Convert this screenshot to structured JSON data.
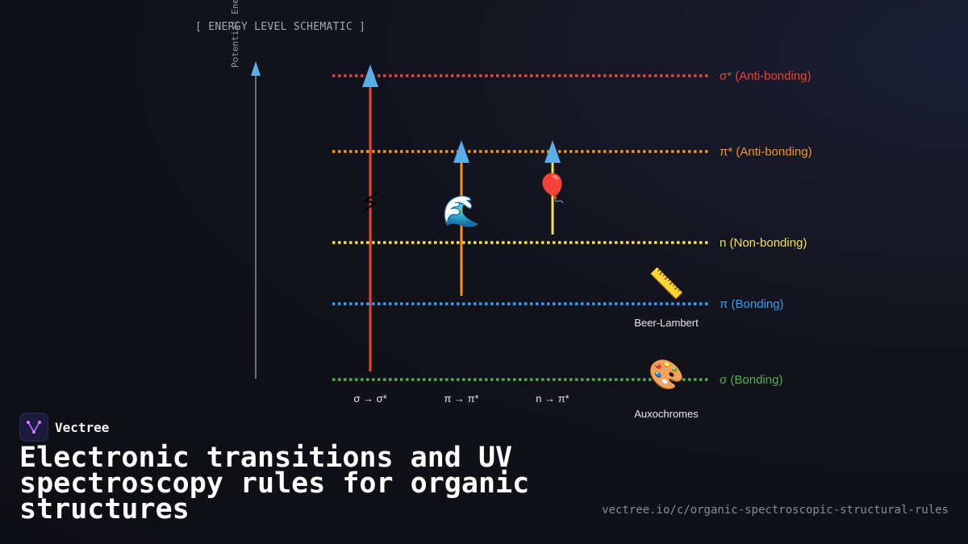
{
  "header": {
    "label": "[ ENERGY LEVEL SCHEMATIC ]"
  },
  "axis": {
    "label": "Potential Energy"
  },
  "levels": [
    {
      "id": "sigma-star",
      "label": "σ* (Anti-bonding)",
      "color": "#ef4136"
    },
    {
      "id": "pi-star",
      "label": "π* (Anti-bonding)",
      "color": "#f7941d"
    },
    {
      "id": "n",
      "label": "n (Non-bonding)",
      "color": "#f9e04b"
    },
    {
      "id": "pi",
      "label": "π (Bonding)",
      "color": "#3a9ff0"
    },
    {
      "id": "sigma",
      "label": "σ (Bonding)",
      "color": "#4caf50"
    }
  ],
  "transitions": [
    {
      "label": "σ → σ*",
      "icon": "lightning-icon",
      "glyph": "⚡",
      "color": "#ef4136"
    },
    {
      "label": "π → π*",
      "icon": "wave-icon",
      "glyph": "🌊",
      "color": "#f7941d"
    },
    {
      "label": "n → π*",
      "icon": "balloon-icon",
      "glyph": "🎈",
      "color": "#f9e04b"
    }
  ],
  "notes": [
    {
      "label": "Beer-Lambert",
      "icon": "ruler-icon",
      "glyph": "📏"
    },
    {
      "label": "Auxochromes",
      "icon": "palette-icon",
      "glyph": "🎨"
    }
  ],
  "arrow_color": "#5aaeea",
  "brand": {
    "name": "Vectree",
    "accent": "#a259ff"
  },
  "title": "Electronic transitions and UV spectroscopy rules for organic structures",
  "url": "vectree.io/c/organic-spectroscopic-structural-rules"
}
